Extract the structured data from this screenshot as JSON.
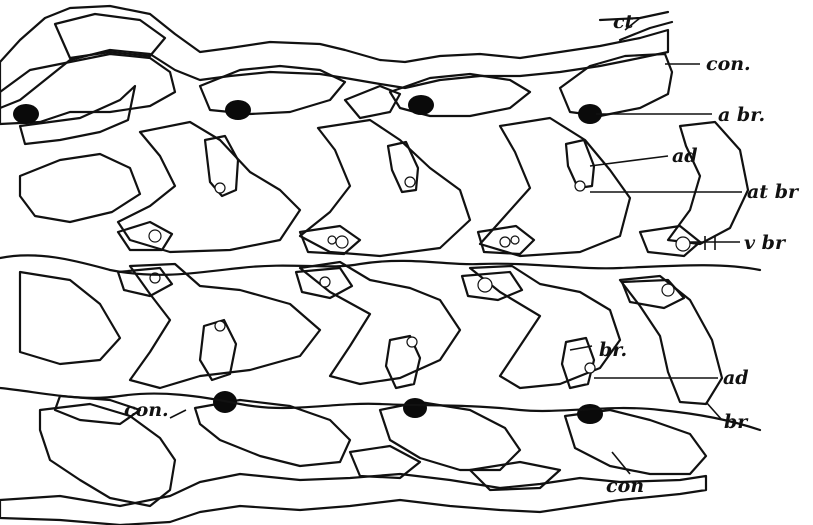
{
  "labels": {
    "ct": "ct",
    "con_top": "con.",
    "a_br": "a br.",
    "ad_top": "ad",
    "at_br": "at br",
    "v_br": "v br",
    "br_mid": "br.",
    "ad_bottom": "ad",
    "br_right": "br",
    "con_left": "con.",
    "con_bottom": "con"
  },
  "colors": {
    "ink": "#111111",
    "paper": "#ffffff"
  }
}
